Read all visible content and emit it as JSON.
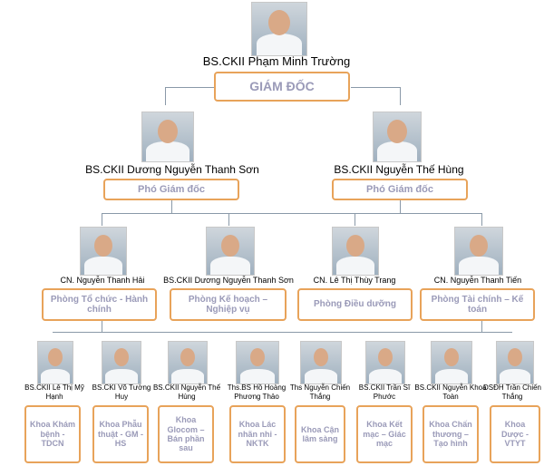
{
  "director": {
    "name": "BS.CKII Phạm Minh Trường",
    "title": "GIÁM ĐỐC"
  },
  "deputies": [
    {
      "name": "BS.CKII Dương Nguyễn Thanh Sơn",
      "title": "Phó Giám đốc"
    },
    {
      "name": "BS.CKII Nguyễn Thế Hùng",
      "title": "Phó Giám đốc"
    }
  ],
  "departments": [
    {
      "name": "CN. Nguyễn Thanh Hải",
      "title": "Phòng Tổ chức - Hành chính"
    },
    {
      "name": "BS.CKII Dương Nguyễn Thanh Sơn",
      "title": "Phòng Kế hoạch – Nghiệp vụ"
    },
    {
      "name": "CN. Lê Thị Thùy Trang",
      "title": "Phòng Điều dưỡng"
    },
    {
      "name": "CN. Nguyễn Thanh Tiến",
      "title": "Phòng Tài chính – Kế toán"
    }
  ],
  "clinics": [
    {
      "name": "BS.CKII Lê Thị Mỹ Hạnh",
      "title": "Khoa Khám bệnh - TDCN"
    },
    {
      "name": "BS.CKI Võ Tường Huy",
      "title": "Khoa Phẫu thuật - GM - HS"
    },
    {
      "name": "BS.CKII Nguyễn Thế Hùng",
      "title": "Khoa Glocom – Bán phần sau"
    },
    {
      "name": "Ths.BS Hồ Hoàng Phương Thảo",
      "title": "Khoa Lác nhãn nhi - NKTK"
    },
    {
      "name": "Ths Nguyễn Chiến Thắng",
      "title": "Khoa Cận lâm sàng"
    },
    {
      "name": "BS.CKII Trần Sĩ Phước",
      "title": "Khoa Kết mạc – Giác mạc"
    },
    {
      "name": "BS.CKII Nguyễn Khoa Toàn",
      "title": "Khoa Chấn thương – Tạo hình"
    },
    {
      "name": "DSĐH Trần Chiến Thắng",
      "title": "Khoa Dược - VTYT"
    }
  ]
}
